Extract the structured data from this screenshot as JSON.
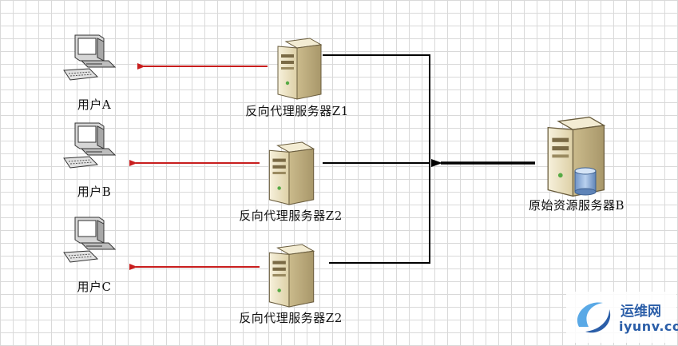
{
  "nodes": {
    "user_a": {
      "label": "用户A"
    },
    "user_b": {
      "label": "用户B"
    },
    "user_c": {
      "label": "用户C"
    },
    "proxy_1": {
      "label": "反向代理服务器Z1"
    },
    "proxy_2": {
      "label": "反向代理服务器Z2"
    },
    "proxy_3": {
      "label": "反向代理服务器Z2"
    },
    "origin": {
      "label": "原始资源服务器B"
    }
  },
  "colors": {
    "user_arrow": "#c81e1e",
    "link": "#000000",
    "server_body": "#efe6c8",
    "server_shade": "#c9b98c"
  },
  "watermark": {
    "line1": "运维网",
    "line2": "iyunv.com"
  }
}
